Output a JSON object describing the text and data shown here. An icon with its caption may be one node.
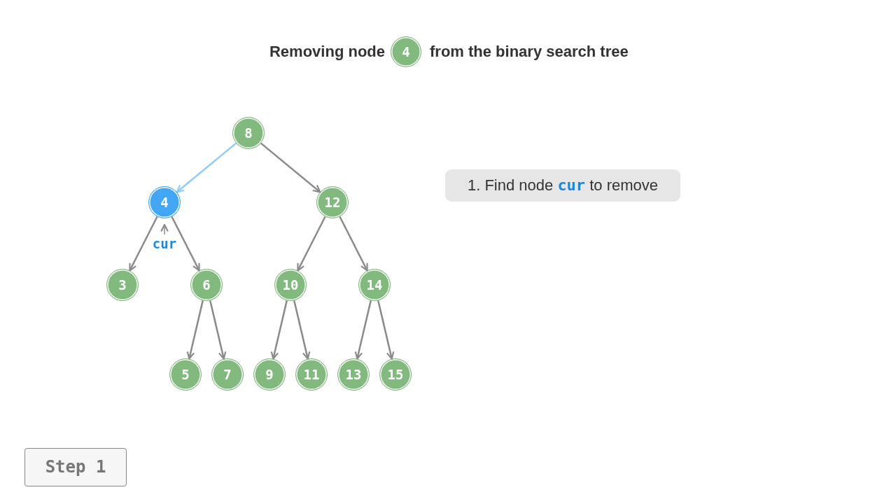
{
  "diagram": {
    "nodes": [
      {
        "text": [
          "4"
        ]
      },
      {
        "text": [
          "8"
        ]
      },
      {
        "text": [
          "4"
        ]
      },
      {
        "text": [
          "12"
        ]
      },
      {
        "text": [
          "3"
        ]
      },
      {
        "text": [
          "6"
        ]
      },
      {
        "text": [
          "10"
        ]
      },
      {
        "text": [
          "14"
        ]
      },
      {
        "text": [
          "5"
        ]
      },
      {
        "text": [
          "7"
        ]
      },
      {
        "text": [
          "9"
        ]
      },
      {
        "text": [
          "11"
        ]
      },
      {
        "text": [
          "13"
        ]
      },
      {
        "text": [
          "15"
        ]
      },
      {
        "text": [
          "cur"
        ]
      },
      {
        "text": [
          "1. Find node **cur** to remove"
        ]
      },
      {
        "text": [
          "Step 1"
        ]
      }
    ],
    "edges": [
      {
        "from": 1,
        "to": 2,
        "arrow": "to",
        "color": "#90caf9"
      },
      {
        "from": 1,
        "to": 3,
        "arrow": "to"
      },
      {
        "from": 2,
        "to": 4,
        "arrow": "to"
      },
      {
        "from": 2,
        "to": 5,
        "arrow": "to"
      },
      {
        "from": 3,
        "to": 6,
        "arrow": "to"
      },
      {
        "from": 3,
        "to": 7,
        "arrow": "to"
      },
      {
        "from": 5,
        "to": 8,
        "arrow": "to"
      },
      {
        "from": 5,
        "to": 9,
        "arrow": "to"
      },
      {
        "from": 6,
        "to": 10,
        "arrow": "to"
      },
      {
        "from": 6,
        "to": 11,
        "arrow": "to"
      },
      {
        "from": 7,
        "to": 12,
        "arrow": "to"
      },
      {
        "from": 7,
        "to": 13,
        "arrow": "to"
      },
      {
        "from": 14,
        "to": 2,
        "arrow": "to"
      }
    ],
    "labels": [
      "Removing node",
      "from the binary search tree"
    ]
  }
}
